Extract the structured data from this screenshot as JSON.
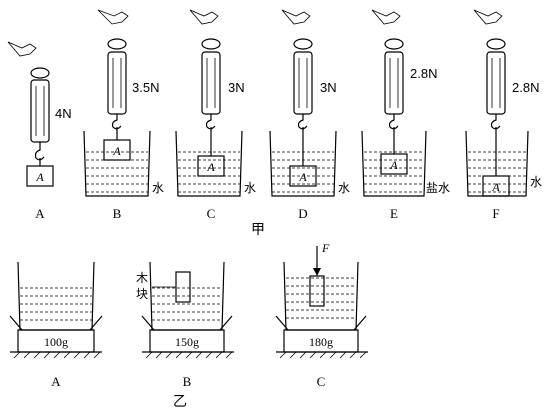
{
  "figure_jia": {
    "caption": "甲",
    "panels": [
      {
        "label": "A",
        "reading": "4N",
        "block": "A",
        "liquid": ""
      },
      {
        "label": "B",
        "reading": "3.5N",
        "block": "A",
        "liquid": "水"
      },
      {
        "label": "C",
        "reading": "3N",
        "block": "A",
        "liquid": "水"
      },
      {
        "label": "D",
        "reading": "3N",
        "block": "A",
        "liquid": "水"
      },
      {
        "label": "E",
        "reading": "2.8N",
        "block": "A",
        "liquid": "盐水"
      },
      {
        "label": "F",
        "reading": "2.8N",
        "block": "A",
        "liquid": "水"
      }
    ]
  },
  "figure_yi": {
    "caption": "乙",
    "panels": [
      {
        "label": "A",
        "scale_reading": "100g"
      },
      {
        "label": "B",
        "scale_reading": "150g",
        "annotation": "木块"
      },
      {
        "label": "C",
        "scale_reading": "180g",
        "force_label": "F"
      }
    ],
    "annotation_chars": [
      "木",
      "块"
    ]
  }
}
